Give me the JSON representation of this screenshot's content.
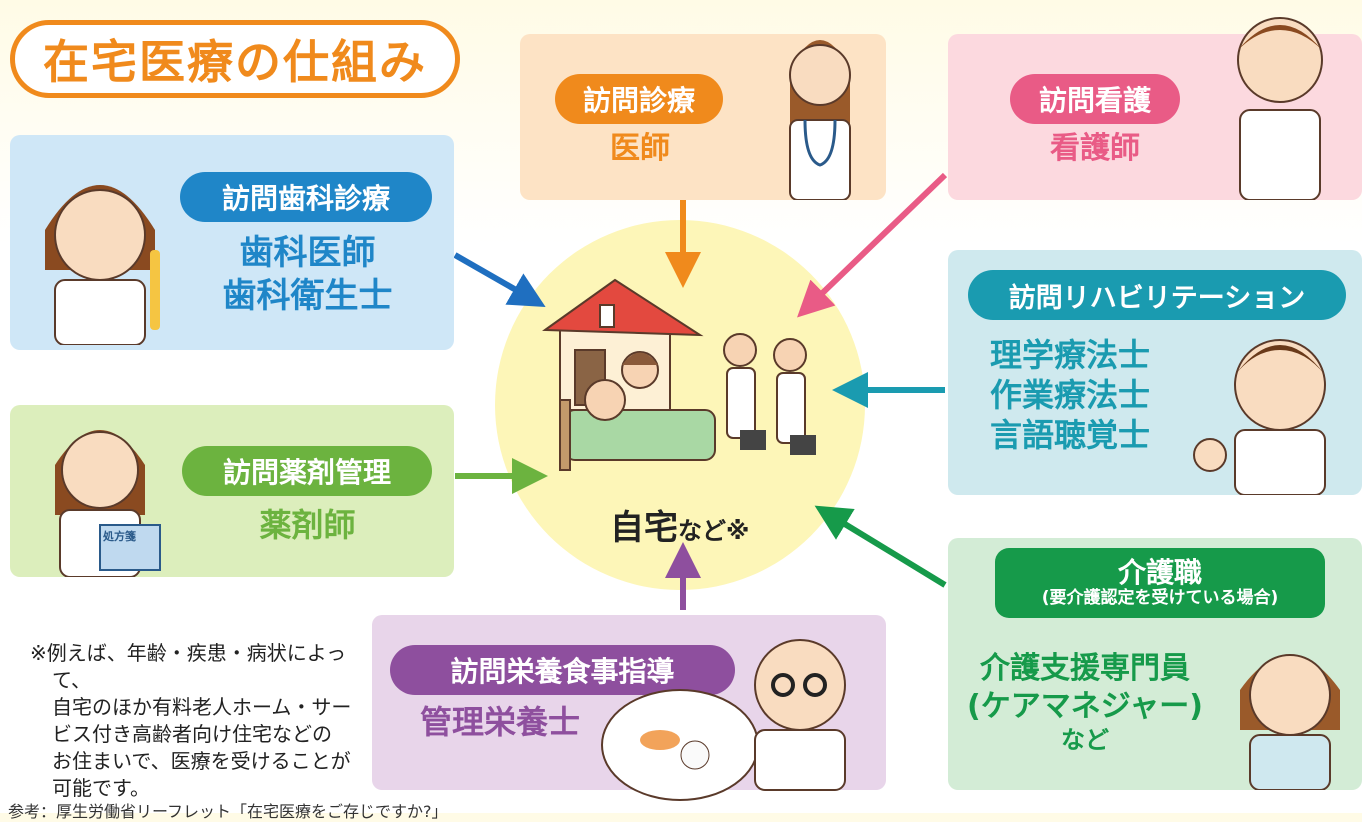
{
  "title": "在宅医療の仕組み",
  "center": {
    "label": "自宅",
    "suffix": "など※"
  },
  "services": {
    "doctor": {
      "title": "訪問診療",
      "roles": [
        "医師"
      ]
    },
    "nursing": {
      "title": "訪問看護",
      "roles": [
        "看護師"
      ]
    },
    "dental": {
      "title": "訪問歯科診療",
      "roles": [
        "歯科医師",
        "歯科衛生士"
      ]
    },
    "rehab": {
      "title": "訪問リハビリテーション",
      "roles": [
        "理学療法士",
        "作業療法士",
        "言語聴覚士"
      ]
    },
    "pharmacy": {
      "title": "訪問薬剤管理",
      "roles": [
        "薬剤師"
      ]
    },
    "nutrition": {
      "title": "訪問栄養食事指導",
      "roles": [
        "管理栄養士"
      ]
    },
    "care": {
      "title": "介護職",
      "subtitle": "(要介護認定を受けている場合)",
      "roles": [
        "介護支援専門員",
        "(ケアマネジャー)"
      ],
      "suffix": "など"
    }
  },
  "note": [
    "※例えば、年齢・疾患・病状によって、",
    "自宅のほか有料老人ホーム・サー",
    "ビス付き高齢者向け住宅などの",
    "お住まいで、医療を受けることが",
    "可能です。"
  ],
  "source": "参考：厚生労働省リーフレット「在宅医療をご存じですか?」",
  "prescription_label": "処方箋",
  "colors": {
    "orange": "#f08a1c",
    "pink": "#e95b86",
    "blue": "#1f86c8",
    "teal": "#1a9bb0",
    "green": "#6cb33f",
    "purple": "#8e4f9e",
    "dgreen": "#169a4a"
  }
}
